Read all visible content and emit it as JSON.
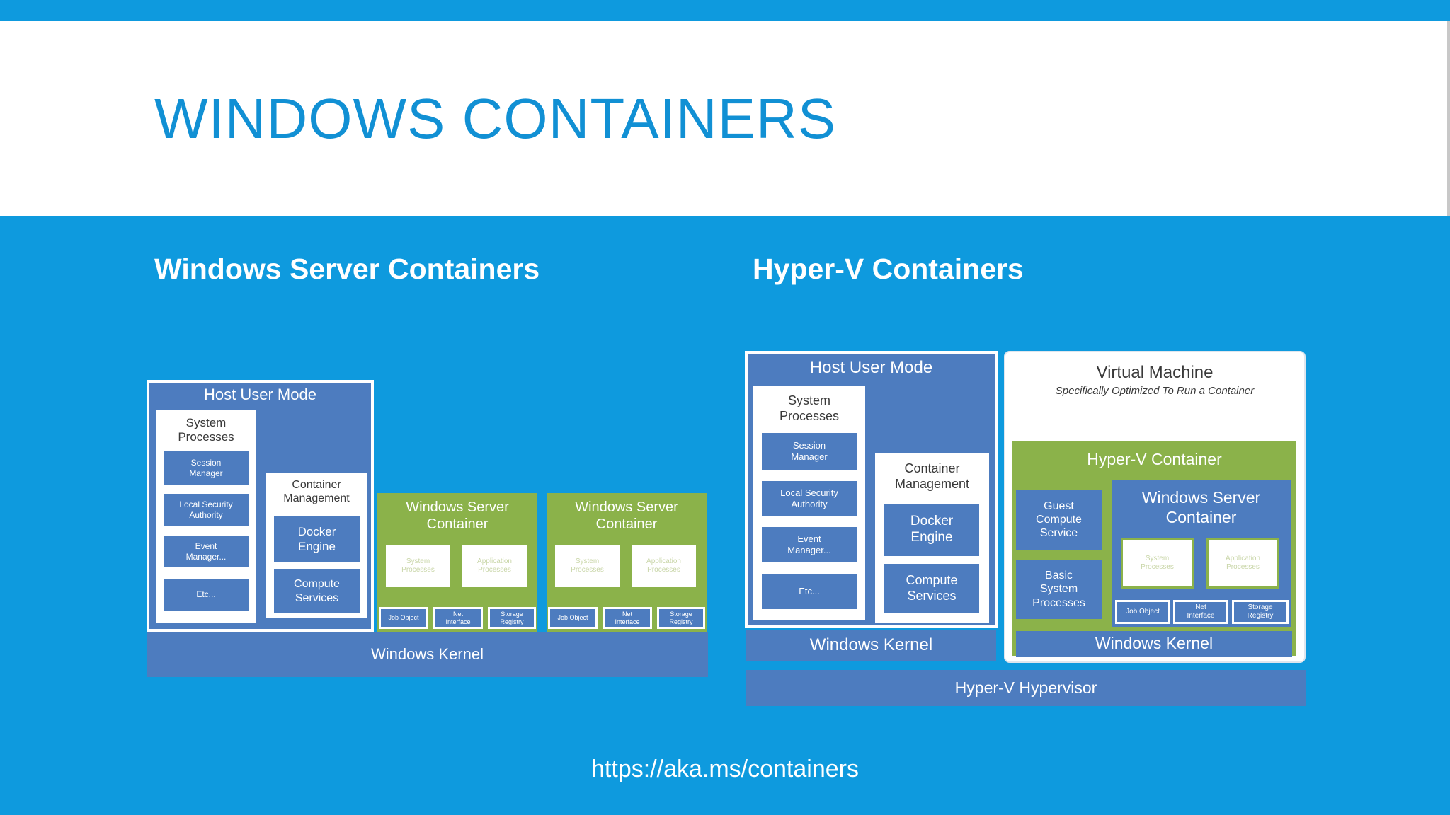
{
  "slide": {
    "title": "WINDOWS CONTAINERS",
    "left_heading": "Windows Server Containers",
    "right_heading": "Hyper-V Containers",
    "url": "https://aka.ms/containers"
  },
  "left": {
    "host_user_mode": "Host User Mode",
    "system_processes": "System\nProcesses",
    "session_manager": "Session\nManager",
    "local_security": "Local Security\nAuthority",
    "event_manager": "Event\nManager...",
    "etc": "Etc...",
    "container_management": "Container\nManagement",
    "docker_engine": "Docker\nEngine",
    "compute_services": "Compute\nServices",
    "wsc1": {
      "title": "Windows Server\nContainer",
      "sys": "System\nProcesses",
      "app": "Application\nProcesses",
      "job": "Job Object",
      "net": "Net\nInterface",
      "storage": "Storage\nRegistry"
    },
    "wsc2": {
      "title": "Windows Server\nContainer",
      "sys": "System\nProcesses",
      "app": "Application\nProcesses",
      "job": "Job Object",
      "net": "Net\nInterface",
      "storage": "Storage\nRegistry"
    },
    "kernel": "Windows Kernel"
  },
  "right": {
    "host_user_mode": "Host User Mode",
    "system_processes": "System\nProcesses",
    "session_manager": "Session\nManager",
    "local_security": "Local Security\nAuthority",
    "event_manager": "Event\nManager...",
    "etc": "Etc...",
    "container_management": "Container\nManagement",
    "docker_engine": "Docker\nEngine",
    "compute_services": "Compute\nServices",
    "host_kernel": "Windows Kernel",
    "vm_title": "Virtual Machine",
    "vm_subtitle": "Specifically Optimized To Run a Container",
    "hyperv_container": "Hyper-V Container",
    "guest_compute": "Guest\nCompute\nService",
    "basic_system": "Basic\nSystem\nProcesses",
    "wsc": {
      "title": "Windows Server\nContainer",
      "sys": "System\nProcesses",
      "app": "Application\nProcesses",
      "job": "Job Object",
      "net": "Net\nInterface",
      "storage": "Storage\nRegistry"
    },
    "vm_kernel": "Windows Kernel",
    "hypervisor": "Hyper-V Hypervisor"
  }
}
